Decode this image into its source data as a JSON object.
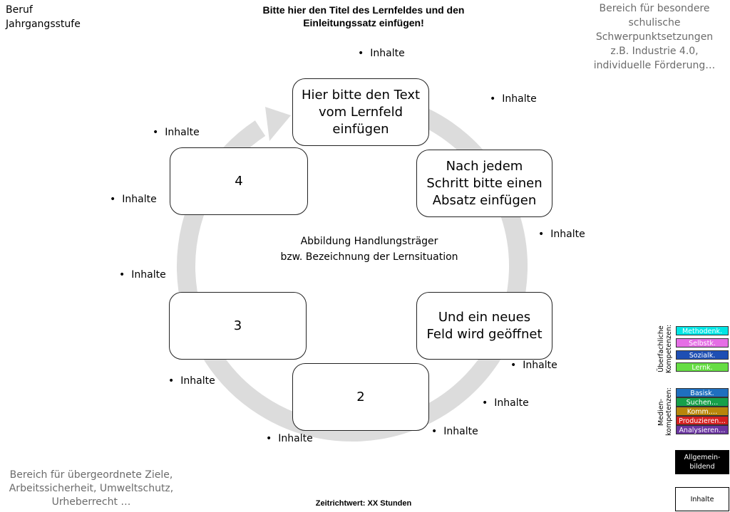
{
  "header": {
    "top_left": [
      "Beruf",
      "Jahrgangsstufe"
    ],
    "title_lines": [
      "Bitte hier den Titel des Lernfeldes und den",
      "Einleitungssatz einfügen!"
    ],
    "top_right_lines": [
      "Bereich für besondere",
      "schulische",
      "Schwerpunktsetzungen",
      "z.B. Industrie 4.0,",
      "individuelle Förderung…"
    ]
  },
  "cycle": {
    "boxes": [
      {
        "lines": [
          "Hier bitte den Text",
          "vom Lernfeld",
          "einfügen"
        ]
      },
      {
        "lines": [
          "Nach jedem",
          "Schritt bitte einen",
          "Absatz einfügen"
        ]
      },
      {
        "lines": [
          "Und ein neues",
          "Feld wird geöffnet"
        ]
      },
      {
        "lines": [
          "2"
        ]
      },
      {
        "lines": [
          "3"
        ]
      },
      {
        "lines": [
          "4"
        ]
      }
    ],
    "center_lines": [
      "Abbildung Handlungsträger",
      "bzw. Bezeichnung der Lernsituation"
    ]
  },
  "bullet_text": "Inhalte",
  "bottom_left_lines": [
    "Bereich für übergeordnete Ziele,",
    "Arbeitssicherheit, Umweltschutz,",
    "Urheberrecht …"
  ],
  "footer": "Zeitrichtwert:  XX Stunden",
  "legend": {
    "group1_label": [
      "Überfachliche",
      "Kompetenzen:"
    ],
    "group1": [
      {
        "label": "Methodenk.",
        "color": "#00e5e5"
      },
      {
        "label": "Selbstk.",
        "color": "#e56ee5"
      },
      {
        "label": "Sozialk.",
        "color": "#1e4fb4"
      },
      {
        "label": "Lernk.",
        "color": "#66dd44"
      }
    ],
    "group2_label": [
      "Medien-",
      "kompetenzen:"
    ],
    "group2": [
      {
        "label": "Basisk.",
        "color": "#1f6fbf"
      },
      {
        "label": "Suchen…",
        "color": "#17a04a"
      },
      {
        "label": "Komm.…",
        "color": "#b8860b"
      },
      {
        "label": "Produzieren…",
        "color": "#d42020"
      },
      {
        "label": "Analysieren…",
        "color": "#6a35a0"
      }
    ],
    "general": [
      "Allgemein-",
      "bildend"
    ],
    "content": "Inhalte"
  }
}
